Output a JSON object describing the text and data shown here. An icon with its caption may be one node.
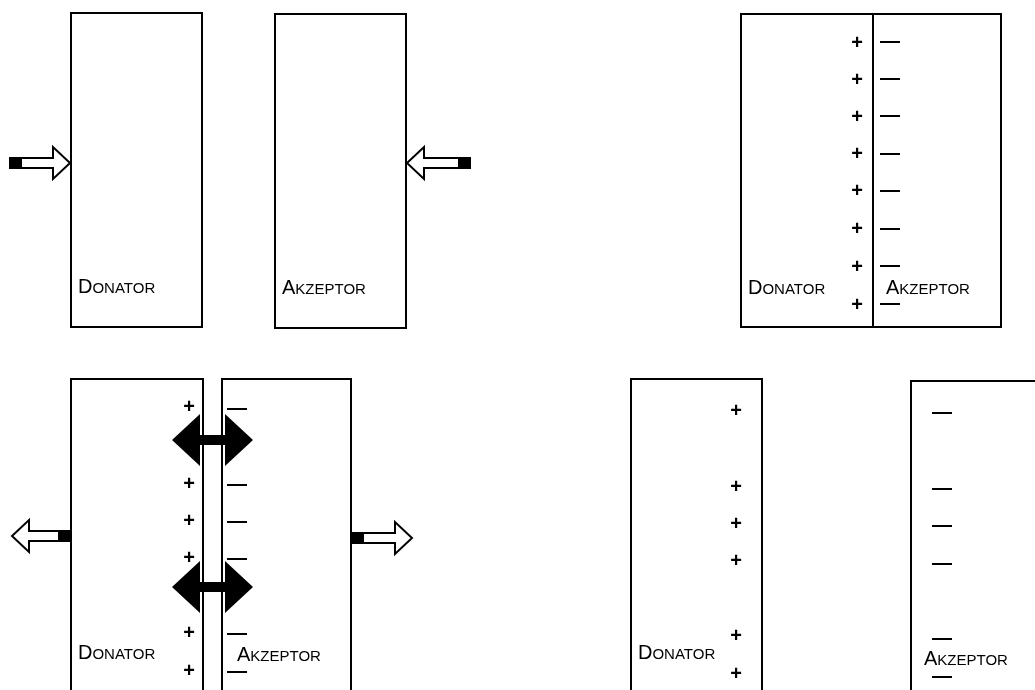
{
  "diagram": {
    "nodes": [
      {
        "text": [
          "DONATOR"
        ]
      },
      {
        "text": [
          "AKZEPTOR"
        ]
      },
      {
        "text": [
          "+",
          "+",
          "+",
          "+",
          "+",
          "+",
          "+",
          "DONATOR",
          "+"
        ]
      },
      {
        "text": [
          "—",
          "—",
          "—",
          "—",
          "—",
          "—",
          "—",
          "AKZEPTOR",
          "—"
        ]
      },
      {
        "text": [
          "+",
          "+",
          "+",
          "+",
          "+",
          "DONATOR",
          "+"
        ]
      },
      {
        "text": [
          "—",
          "—",
          "—",
          "—",
          "—",
          "AKZEPTOR",
          "—"
        ]
      },
      {
        "text": [
          "+",
          "+",
          "+",
          "+",
          "+",
          "DONATOR",
          "+"
        ]
      },
      {
        "text": [
          "—",
          "—",
          "—",
          "—",
          "—",
          "AKZEPTOR",
          "—"
        ]
      }
    ],
    "edges": [
      {
        "from": null,
        "to": 0,
        "arrow": "to"
      },
      {
        "from": null,
        "to": 1,
        "arrow": "to"
      },
      {
        "from": 4,
        "to": null,
        "arrow": "to"
      },
      {
        "from": 5,
        "to": null,
        "arrow": "to"
      },
      {
        "from": 4,
        "to": 5,
        "arrow": "both"
      },
      {
        "from": 4,
        "to": 5,
        "arrow": "both"
      }
    ]
  }
}
